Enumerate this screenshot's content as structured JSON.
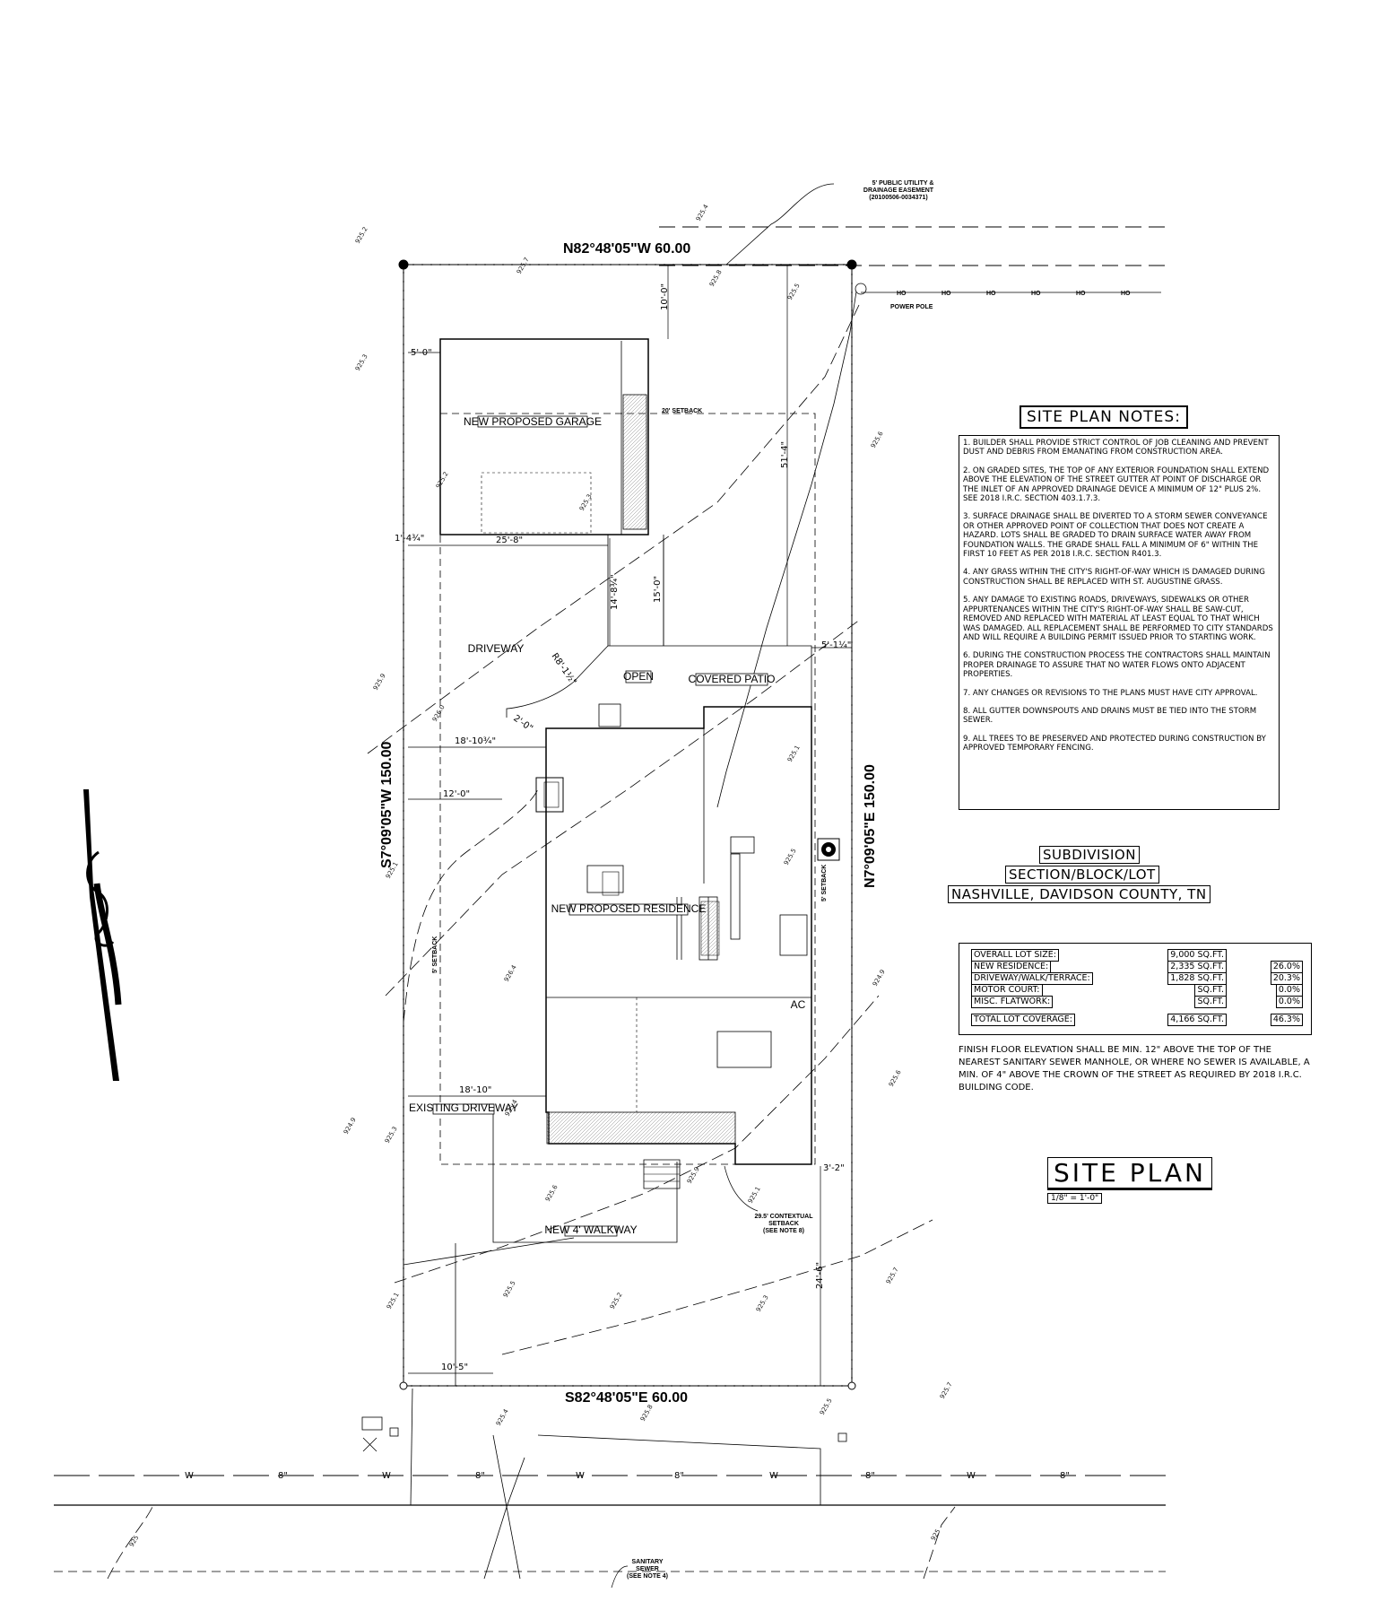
{
  "bearings": {
    "north": "N82°48'05\"W  60.00",
    "south": "S82°48'05\"E  60.00",
    "west": "S7°09'05\"W  150.00",
    "east": "N7°09'05\"E  150.00"
  },
  "callouts": {
    "easement": [
      "5' PUBLIC UTILITY &",
      "DRAINAGE EASEMENT",
      "(20100506-0034371)"
    ],
    "power_pole": "POWER POLE",
    "setback_20": "20' SETBACK",
    "setback_5_east": "5' SETBACK",
    "setback_5_west": "5' SETBACK",
    "contextual_setback": [
      "29.5' CONTEXTUAL",
      "SETBACK",
      "(SEE NOTE 8)"
    ],
    "sanitary_sewer": [
      "SANITARY",
      "SEWER",
      "(SEE NOTE 4)"
    ],
    "ac": "AC"
  },
  "rooms": {
    "garage": "NEW PROPOSED GARAGE",
    "residence": "NEW PROPOSED RESIDENCE",
    "driveway": "DRIVEWAY",
    "existing_driveway": "EXISTING DRIVEWAY",
    "open": "OPEN",
    "covered_patio": "COVERED PATIO",
    "walkway": "NEW 4' WALKWAY"
  },
  "dimensions": {
    "d10_0": "10'-0\"",
    "d5_0": "5'-0\"",
    "d51_4": "51'-4\"",
    "d1_4": "1'-4¾\"",
    "d25_8": "25'-8\"",
    "d14_8": "14'-8¾\"",
    "d15_0": "15'-0\"",
    "d5_1": "5'-1¼\"",
    "radius": "R8'-1½\"",
    "d2_0": "2'-0\"",
    "d18_10a": "18'-10¾\"",
    "d12_0": "12'-0\"",
    "d18_10b": "18'-10\"",
    "d3_2": "3'-2\"",
    "d24_6": "24'-6\"",
    "d10_5": "10'-5\""
  },
  "street": {
    "water_label": "W",
    "main_label": "8\"",
    "sewer_label": "925"
  },
  "notes": {
    "title": "SITE PLAN NOTES:",
    "items": [
      "1. BUILDER SHALL PROVIDE STRICT CONTROL OF JOB CLEANING AND PREVENT DUST AND DEBRIS FROM EMANATING FROM CONSTRUCTION AREA.",
      "2. ON GRADED SITES, THE TOP OF ANY EXTERIOR FOUNDATION SHALL EXTEND ABOVE THE ELEVATION OF THE STREET GUTTER AT POINT OF DISCHARGE OR THE INLET OF AN APPROVED DRAINAGE DEVICE A MINIMUM OF 12\" PLUS 2%. SEE 2018 I.R.C. SECTION 403.1.7.3.",
      "3. SURFACE DRAINAGE SHALL BE DIVERTED TO A STORM SEWER CONVEYANCE OR OTHER APPROVED POINT OF COLLECTION THAT DOES NOT CREATE A HAZARD. LOTS SHALL BE GRADED TO DRAIN SURFACE WATER AWAY FROM FOUNDATION WALLS. THE GRADE SHALL FALL A MINIMUM OF 6\" WITHIN THE FIRST 10 FEET AS PER 2018 I.R.C. SECTION R401.3.",
      "4. ANY GRASS WITHIN THE CITY'S RIGHT-OF-WAY WHICH IS DAMAGED DURING CONSTRUCTION SHALL BE REPLACED WITH ST. AUGUSTINE GRASS.",
      "5. ANY DAMAGE TO EXISTING ROADS, DRIVEWAYS, SIDEWALKS OR OTHER APPURTENANCES WITHIN THE CITY'S RIGHT-OF-WAY SHALL BE SAW-CUT, REMOVED AND REPLACED WITH MATERIAL AT LEAST EQUAL TO THAT WHICH WAS DAMAGED. ALL REPLACEMENT SHALL BE PERFORMED TO CITY STANDARDS AND WILL REQUIRE A BUILDING PERMIT ISSUED PRIOR TO STARTING WORK.",
      "6. DURING THE CONSTRUCTION PROCESS THE CONTRACTORS SHALL MAINTAIN PROPER DRAINAGE TO ASSURE THAT NO WATER FLOWS ONTO ADJACENT PROPERTIES.",
      "7. ANY CHANGES OR REVISIONS TO THE PLANS MUST HAVE CITY APPROVAL.",
      "8. ALL GUTTER DOWNSPOUTS AND DRAINS MUST BE TIED INTO THE STORM SEWER.",
      "9. ALL TREES TO BE PRESERVED AND PROTECTED DURING CONSTRUCTION BY APPROVED TEMPORARY FENCING."
    ]
  },
  "subdivision": {
    "line1": "SUBDIVISION",
    "line2": "SECTION/BLOCK/LOT",
    "line3": "NASHVILLE, DAVIDSON COUNTY, TN"
  },
  "coverage": {
    "overall": {
      "label": "OVERALL LOT SIZE:",
      "value": "9,000 SQ.FT."
    },
    "rows": [
      {
        "label": "NEW RESIDENCE:",
        "value": "2,335 SQ.FT.",
        "pct": "26.0%"
      },
      {
        "label": "DRIVEWAY/WALK/TERRACE:",
        "value": "1,828 SQ.FT.",
        "pct": "20.3%"
      },
      {
        "label": "MOTOR COURT:",
        "value": "SQ.FT.",
        "pct": "0.0%"
      },
      {
        "label": "MISC. FLATWORK:",
        "value": "SQ.FT.",
        "pct": "0.0%"
      }
    ],
    "total": {
      "label": "TOTAL LOT COVERAGE:",
      "value": "4,166 SQ.FT.",
      "pct": "46.3%"
    }
  },
  "finish_floor_note": "FINISH FLOOR ELEVATION SHALL BE MIN. 12\" ABOVE THE TOP OF THE NEAREST SANITARY SEWER MANHOLE, OR WHERE NO SEWER IS AVAILABLE, A MIN. OF 4\" ABOVE THE CROWN OF THE STREET AS REQUIRED BY 2018 I.R.C. BUILDING CODE.",
  "title_block": {
    "title": "SITE PLAN",
    "scale": "1/8\" = 1'-0\""
  },
  "elevations": [
    "924.9",
    "925.1",
    "925.2",
    "925.3",
    "925.4",
    "925.5",
    "925.6",
    "925.7",
    "925.8",
    "925.9",
    "926.0",
    "926.4"
  ]
}
